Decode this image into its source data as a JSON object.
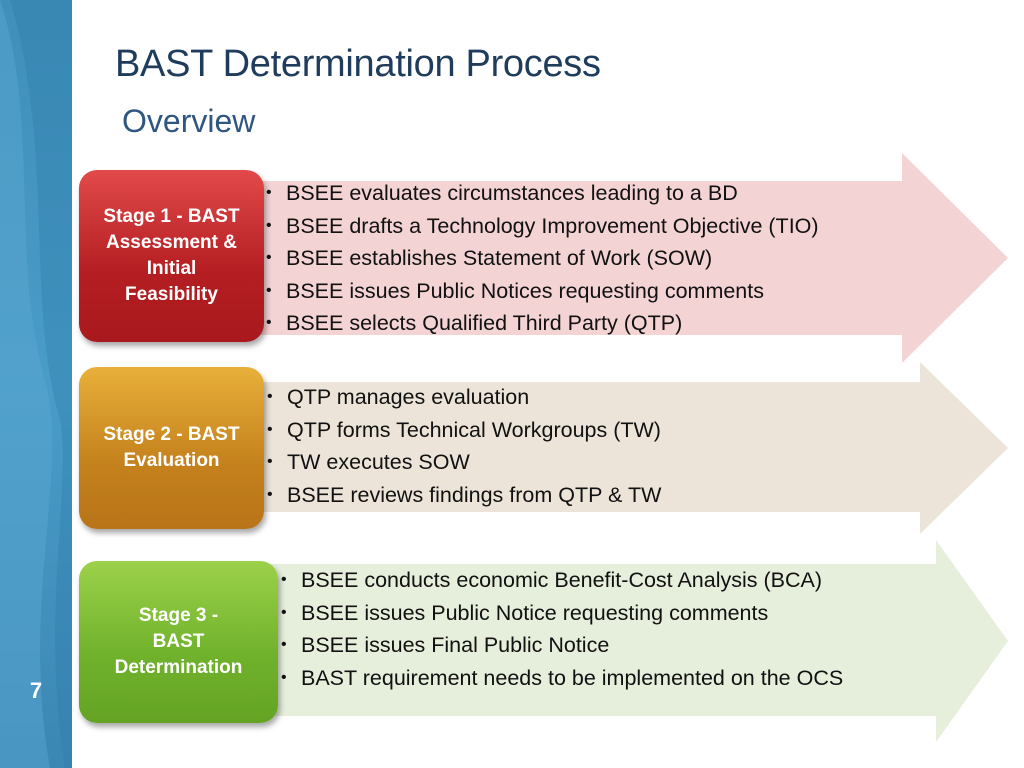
{
  "slide": {
    "title": "BAST Determination Process",
    "subtitle": "Overview",
    "page_number": "7"
  },
  "colors": {
    "sidebar": "#3f8fba",
    "title": "#1f3c5c",
    "stage1": "#b41e22",
    "stage2": "#c4811c",
    "stage3": "#6fb12b",
    "arrow1": "#f3d3d4",
    "arrow2": "#ece4d9",
    "arrow3": "#e6eedc"
  },
  "stages": [
    {
      "label_lines": [
        "Stage 1 - BAST",
        "Assessment &",
        "Initial",
        "Feasibility"
      ],
      "bullets": [
        "BSEE evaluates circumstances leading to a BD",
        "BSEE drafts a Technology Improvement Objective (TIO)",
        "BSEE establishes Statement of Work (SOW)",
        "BSEE issues Public Notices requesting comments",
        "BSEE selects Qualified Third Party (QTP)"
      ]
    },
    {
      "label_lines": [
        "Stage 2 -  BAST",
        "Evaluation"
      ],
      "bullets": [
        "QTP manages evaluation",
        "QTP forms Technical Workgroups (TW)",
        "TW executes SOW",
        "BSEE reviews findings from QTP & TW"
      ]
    },
    {
      "label_lines": [
        "Stage 3 -",
        "BAST",
        "Determination"
      ],
      "bullets": [
        "BSEE conducts economic Benefit-Cost Analysis (BCA)",
        "BSEE issues Public Notice requesting comments",
        "BSEE issues Final Public Notice",
        "BAST requirement needs to be implemented on the OCS"
      ]
    }
  ]
}
